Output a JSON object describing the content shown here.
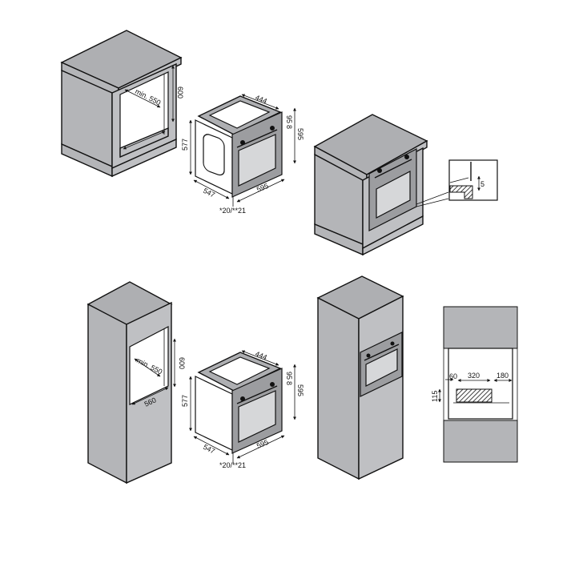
{
  "diagrams": {
    "under_counter_cabinet": {
      "niche_depth_label": "min. 550",
      "niche_height_label": "600"
    },
    "oven_top": {
      "depth_label": "547",
      "side_height_label": "577",
      "top_depth_label": "444",
      "width_label": "595",
      "height_label": "595",
      "panel_label_a": "95",
      "panel_label_b": "8",
      "front_offset_label": "*20/**21"
    },
    "under_counter_installed": {
      "detail_gap_label": "5"
    },
    "tall_cabinet": {
      "niche_depth_label": "min. 550",
      "niche_height_label": "600",
      "shelf_depth_label": "560"
    },
    "oven_bottom": {
      "depth_label": "547",
      "side_height_label": "577",
      "top_depth_label": "444",
      "width_label": "595",
      "height_label": "595",
      "panel_label_a": "95",
      "panel_label_b": "8",
      "front_offset_label": "*20/**21"
    },
    "tall_cabinet_installed": {},
    "ventilation_section": {
      "left_margin_label": "60",
      "opening_width_label": "320",
      "right_margin_label": "180",
      "opening_height_label": "115"
    }
  }
}
